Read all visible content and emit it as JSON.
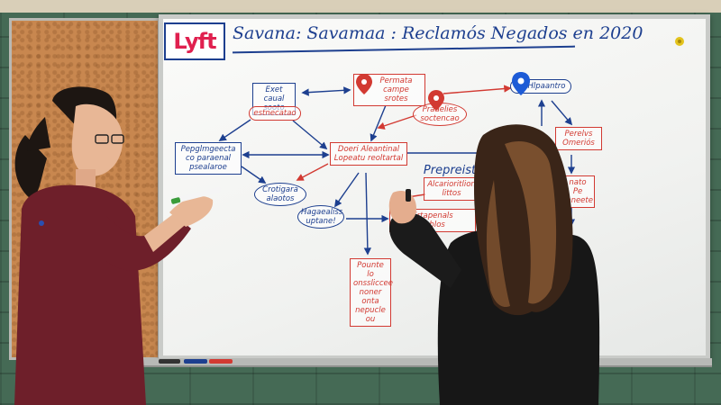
{
  "board": {
    "logo": "Lyft",
    "title": "Savana: Savamaa : Reclamós Negados en 2020"
  },
  "nodes": {
    "n1": "Exet\ncaual\nsooto",
    "n1b": "estnecatao",
    "n2": "Permata\ncampe srotes",
    "n3": "Praaelies\nsoctencao",
    "n4": "Hlpaantro",
    "n5": "Pepglmgeecta\nco paraenal\npsealaroe",
    "n6": "Doeri Aleantinal\nLopeatu reoltartal",
    "n7": "Prepreisto",
    "n8": "Alcarioritlion\nlittos",
    "n9": "Perelvs\nOmeriós",
    "n10": "Crotigara\nalaotos",
    "n11": "Hagaealiss\nuptane!",
    "n12": "Ertapenals\nveblos",
    "n13": "Pounte lo\nonssliccee\nnoner onta\nnepucle ou",
    "n14": "nato\nPe\nlaneete"
  },
  "colors": {
    "blue_ink": "#1d3f8f",
    "red_ink": "#d23a32",
    "logo_pink": "#e0204f"
  },
  "icons": [
    "pin-icon-red",
    "pin-icon-red",
    "pin-icon-blue",
    "magnet-icon"
  ]
}
